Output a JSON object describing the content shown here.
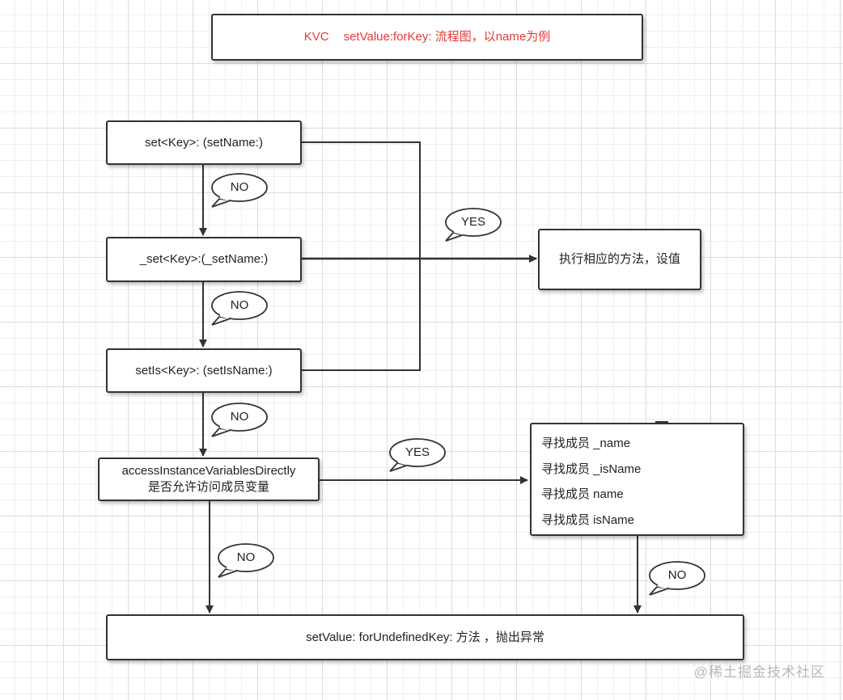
{
  "title": {
    "part1": "KVC",
    "part2": "setValue:forKey: 流程图，以name为例",
    "color": "#e53935"
  },
  "nodes": {
    "set_key": "set<Key>: (setName:)",
    "underscore_set_key": "_set<Key>:(_setName:)",
    "set_is_key": "setIs<Key>: (setIsName:)",
    "execute": "执行相应的方法，设值",
    "access_line1": "accessInstanceVariablesDirectly",
    "access_line2": "是否允许访问成员变量",
    "members": [
      "寻找成员  _name",
      "寻找成员 _isName",
      "寻找成员 name",
      "寻找成员 isName"
    ],
    "undefined": "setValue:  forUndefinedKey: 方法 ，抛出异常"
  },
  "edge_labels": {
    "no1": "NO",
    "no2": "NO",
    "no3": "NO",
    "yes1": "YES",
    "yes2": "YES",
    "no4": "NO",
    "no5": "NO"
  },
  "watermark": "@稀土掘金技术社区"
}
